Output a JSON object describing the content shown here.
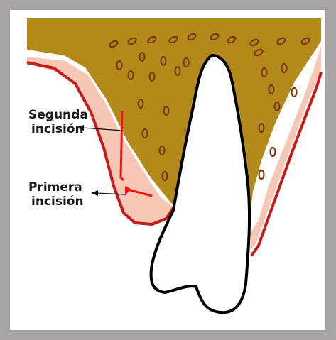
{
  "labels": {
    "second_incision": [
      "Segunda",
      "incisión"
    ],
    "first_incision": [
      "Primera",
      "incisión"
    ]
  },
  "colors": {
    "frame": "#a6a4a5",
    "bone": "#b38a1a",
    "bone_pores": "#7a3a10",
    "gingiva": "#f5c7b4",
    "gingiva_outline": "#c51b1b",
    "incision": "#ff1010",
    "tooth_fill": "#ffffff",
    "tooth_outline": "#000000"
  }
}
